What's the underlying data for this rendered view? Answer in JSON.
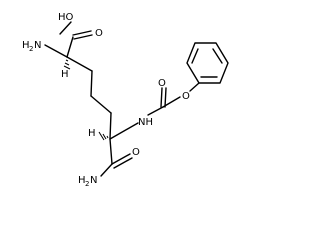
{
  "molecule": {
    "labels": {
      "ho": "HO",
      "o_acid": "O",
      "h2n": "H",
      "h2n_sub": "2",
      "h2n_n": "N",
      "h_top": "H",
      "h_mid": "H",
      "nh": "NH",
      "o_carbamate_top": "O",
      "o_carbamate": "O",
      "o_amide": "O",
      "h2n_bottom": "H",
      "h2n_bottom_sub": "2",
      "h2n_bottom_n": "N"
    }
  }
}
